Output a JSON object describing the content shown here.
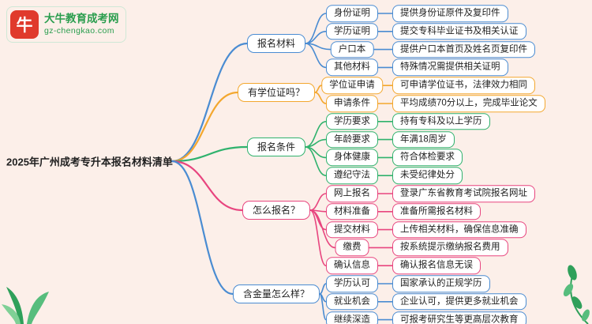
{
  "theme": {
    "brand_red": "#e03a2c",
    "brand_green": "#2a9d4e",
    "bg": "#fcefe9",
    "text": "#222222"
  },
  "logo": {
    "icon_text": "牛",
    "site_name": "大牛教育成考网",
    "site_url": "gz-chengkao.com"
  },
  "mindmap": {
    "root": "2025年广州成考专升本报名材料清单",
    "branches": [
      {
        "label": "报名材料",
        "color": "#4a8cd2",
        "children": [
          {
            "key": "身份证明",
            "value": "提供身份证原件及复印件"
          },
          {
            "key": "学历证明",
            "value": "提交专科毕业证书及相关认证"
          },
          {
            "key": "户口本",
            "value": "提供户口本首页及姓名页复印件"
          },
          {
            "key": "其他材料",
            "value": "特殊情况需提供相关证明"
          }
        ]
      },
      {
        "label": "有学位证吗？",
        "color": "#f3a72e",
        "children": [
          {
            "key": "学位证申请",
            "value": "可申请学位证书，法律效力相同"
          },
          {
            "key": "申请条件",
            "value": "平均成绩70分以上，完成毕业论文"
          }
        ]
      },
      {
        "label": "报名条件",
        "color": "#2fb26d",
        "children": [
          {
            "key": "学历要求",
            "value": "持有专科及以上学历"
          },
          {
            "key": "年龄要求",
            "value": "年满18周岁"
          },
          {
            "key": "身体健康",
            "value": "符合体检要求"
          },
          {
            "key": "遵纪守法",
            "value": "未受纪律处分"
          }
        ]
      },
      {
        "label": "怎么报名？",
        "color": "#e8457f",
        "children": [
          {
            "key": "网上报名",
            "value": "登录广东省教育考试院报名网址"
          },
          {
            "key": "材料准备",
            "value": "准备所需报名材料"
          },
          {
            "key": "提交材料",
            "value": "上传相关材料，确保信息准确"
          },
          {
            "key": "缴费",
            "value": "按系统提示缴纳报名费用"
          },
          {
            "key": "确认信息",
            "value": "确认报名信息无误"
          }
        ]
      },
      {
        "label": "含金量怎么样？",
        "color": "#4a8cd2",
        "children": [
          {
            "key": "学历认可",
            "value": "国家承认的正规学历"
          },
          {
            "key": "就业机会",
            "value": "企业认可，提供更多就业机会"
          },
          {
            "key": "继续深造",
            "value": "可报考研究生等更高层次教育"
          }
        ]
      }
    ]
  }
}
